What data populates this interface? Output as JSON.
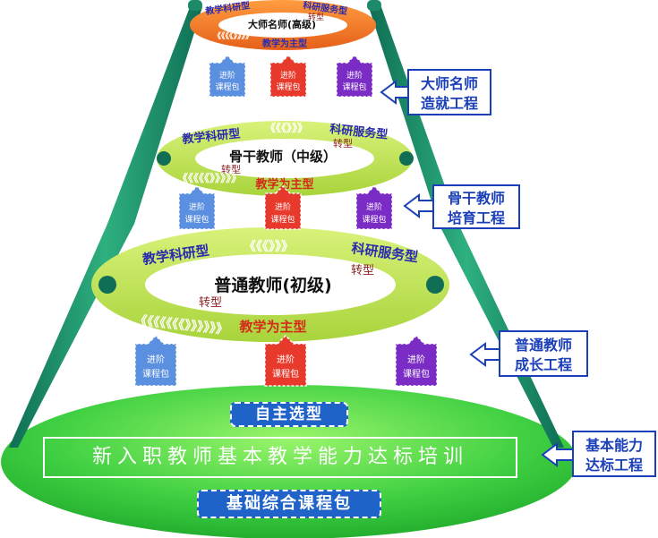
{
  "tiers": {
    "top": {
      "title": "大师名师(高级)",
      "left_label": "教学科研型",
      "right_label": "科研服务型",
      "bottom_label": "教学为主型",
      "transform": "转型"
    },
    "middle": {
      "title": "骨干教师（中级）",
      "left_label": "教学科研型",
      "right_label": "科研服务型",
      "bottom_label": "教学为主型",
      "transform_right": "转型",
      "transform_left": "转型"
    },
    "lower": {
      "title": "普通教师(初级)",
      "left_label": "教学科研型",
      "right_label": "科研服务型",
      "bottom_label": "教学为主型",
      "transform_right": "转型",
      "transform_left": "转型"
    }
  },
  "packages": {
    "line1": "进阶",
    "line2": "课程包"
  },
  "callouts": [
    {
      "line1": "大师名师",
      "line2": "造就工程"
    },
    {
      "line1": "骨干教师",
      "line2": "培育工程"
    },
    {
      "line1": "普通教师",
      "line2": "成长工程"
    },
    {
      "line1": "基本能力",
      "line2": "达标工程"
    }
  ],
  "base": {
    "select_label": "自主选型",
    "training": "新入职教师基本教学能力达标培训",
    "package_label": "基础综合课程包"
  },
  "colors": {
    "ring": "#c9e85c",
    "ring_top": "#f2822a",
    "pillar": "#1d8a6a",
    "base": "#47d44a",
    "package_blue": "#5b8fe0",
    "package_red": "#e83a2c",
    "package_purple": "#7a2cc4",
    "callout_border": "#1b3fb8"
  }
}
